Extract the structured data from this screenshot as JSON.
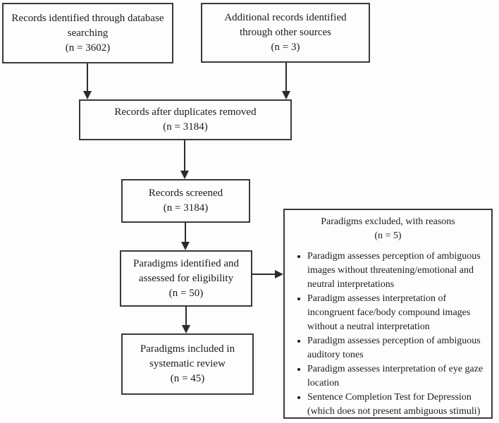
{
  "colors": {
    "background": "#fdfdfd",
    "border": "#3a3a3a",
    "text": "#1b1b1b",
    "arrow": "#2b2b2b"
  },
  "boxes": {
    "db_search": {
      "text": "Records identified through database\nsearching",
      "n": "(n = 3602)"
    },
    "other_sources": {
      "text": "Additional records identified\nthrough other sources",
      "n": "(n = 3)"
    },
    "duplicates_removed": {
      "text": "Records after duplicates removed",
      "n": "(n = 3184)"
    },
    "screened": {
      "text": "Records screened",
      "n": "(n = 3184)"
    },
    "eligibility": {
      "text": "Paradigms identified and\nassessed for eligibility",
      "n": "(n = 50)"
    },
    "included": {
      "text": "Paradigms included in\nsystematic review",
      "n": "(n = 45)"
    },
    "excluded": {
      "title": "Paradigms excluded, with reasons",
      "n": "(n = 5)",
      "reasons": [
        "Paradigm assesses perception of ambiguous\nimages without threatening/emotional and\nneutral interpretations",
        "Paradigm assesses interpretation of\nincongruent face/body compound images\nwithout a neutral interpretation",
        "Paradigm assesses perception of ambiguous\nauditory tones",
        "Paradigm assesses interpretation of eye gaze\nlocation",
        "Sentence Completion Test for Depression\n(which does not present ambiguous stimuli)"
      ]
    }
  }
}
